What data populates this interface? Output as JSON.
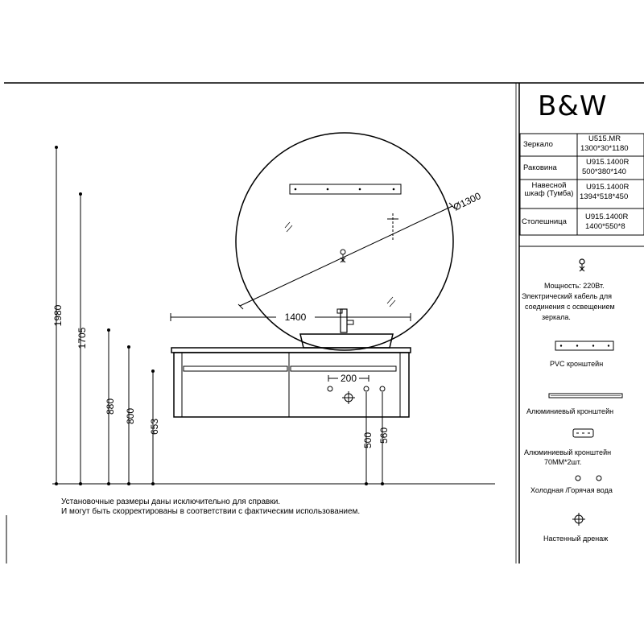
{
  "logo": "B&W",
  "spec_table": [
    {
      "label": "Зеркало",
      "code": "U515.MR",
      "size": "1300*30*1180"
    },
    {
      "label": "Раковина",
      "code": "U915.1400R",
      "size": "500*380*140"
    },
    {
      "label": "Навесной шкаф (Тумба)",
      "code": "U915.1400R",
      "size": "1394*518*450"
    },
    {
      "label": "Столешница",
      "code": "U915.1400R",
      "size": "1400*550*8"
    }
  ],
  "dimensions": {
    "mirror_diameter": "Ø1300",
    "countertop_width": "1400",
    "faucet_spacing": "200",
    "heights": [
      "1980",
      "1705",
      "880",
      "800",
      "653",
      "500",
      "560"
    ]
  },
  "notes": {
    "line1": "Установочные размеры даны исключительно для справки.",
    "line2": "И могут быть скорректированы в соответствии с фактическим использованием."
  },
  "legend": {
    "power_line1": "Мощность: 220Вт.",
    "power_line2": "Электрический кабель для",
    "power_line3": "соединения с освещением",
    "power_line4": "зеркала.",
    "pvc_bracket": "PVC кронштейн",
    "alu_bracket": "Алюминиевый кронштейн",
    "alu_bracket_70_line1": "Алюминиевый кронштейн",
    "alu_bracket_70_line2": "70ММ*2шт.",
    "water": "Холодная /Горячая вода",
    "drain": "Настенный дренаж"
  }
}
